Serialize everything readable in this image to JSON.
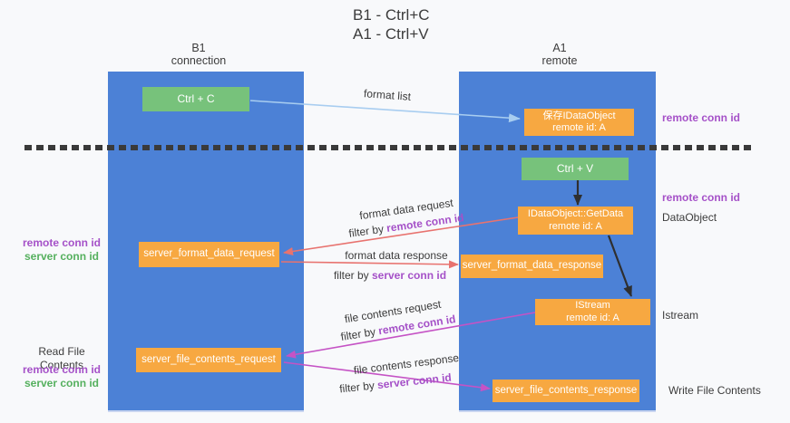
{
  "title": {
    "line1": "B1 - Ctrl+C",
    "line2": "A1 - Ctrl+V"
  },
  "lanes": {
    "left": {
      "title": "B1",
      "subtitle": "connection"
    },
    "right": {
      "title": "A1",
      "subtitle": "remote"
    }
  },
  "nodes": {
    "ctrl_c": {
      "label": "Ctrl + C"
    },
    "ctrl_v": {
      "label": "Ctrl + V"
    },
    "saved_dataobject": {
      "line1": "保存IDataObject",
      "line2": "remote id: A"
    },
    "getdata": {
      "line1": "IDataObject::GetData",
      "line2": "remote id: A"
    },
    "istream": {
      "line1": "IStream",
      "line2": "remote id: A"
    },
    "server_format_data_request": {
      "label": "server_format_data_request"
    },
    "server_format_data_response": {
      "label": "server_format_data_response"
    },
    "server_file_contents_request": {
      "label": "server_file_contents_request"
    },
    "server_file_contents_response": {
      "label": "server_file_contents_response"
    }
  },
  "arrows": {
    "format_list": {
      "label": "format list"
    },
    "format_data_request": {
      "label": "format data request",
      "filter_prefix": "filter by ",
      "filter_key": "remote conn id"
    },
    "format_data_response": {
      "label": "format data response",
      "filter_prefix": "filter by ",
      "filter_key": "server conn id"
    },
    "file_contents_request": {
      "label": "file contents request",
      "filter_prefix": "filter by ",
      "filter_key": "remote conn id"
    },
    "file_contents_response": {
      "label": "file contents response",
      "filter_prefix": "filter by ",
      "filter_key": "server conn id"
    }
  },
  "side_labels": {
    "right_top_remote_conn_id": "remote conn id",
    "right_mid_remote_conn_id": "remote conn id",
    "right_dataobject": "DataObject",
    "right_istream": "Istream",
    "right_write_file_contents": "Write File Contents",
    "left_remote_conn_id_top": "remote conn id",
    "left_server_conn_id_top": "server conn id",
    "left_read_file_contents": "Read File Contents",
    "left_remote_conn_id_bottom": "remote conn id",
    "left_server_conn_id_bottom": "server conn id"
  },
  "colors": {
    "lane_blue": "#4c81d6",
    "node_orange": "#f7a841",
    "node_green": "#77c27b",
    "arrow_red": "#e8736f",
    "arrow_magenta": "#c553c5",
    "arrow_blue": "#a8cdf0",
    "arrow_black": "#2f2f2f",
    "label_purple": "#a551c8",
    "label_green": "#55b05e",
    "text_dark": "#3c3c3c",
    "background": "#f8f9fb",
    "dash_line": "#3a3a3a"
  }
}
